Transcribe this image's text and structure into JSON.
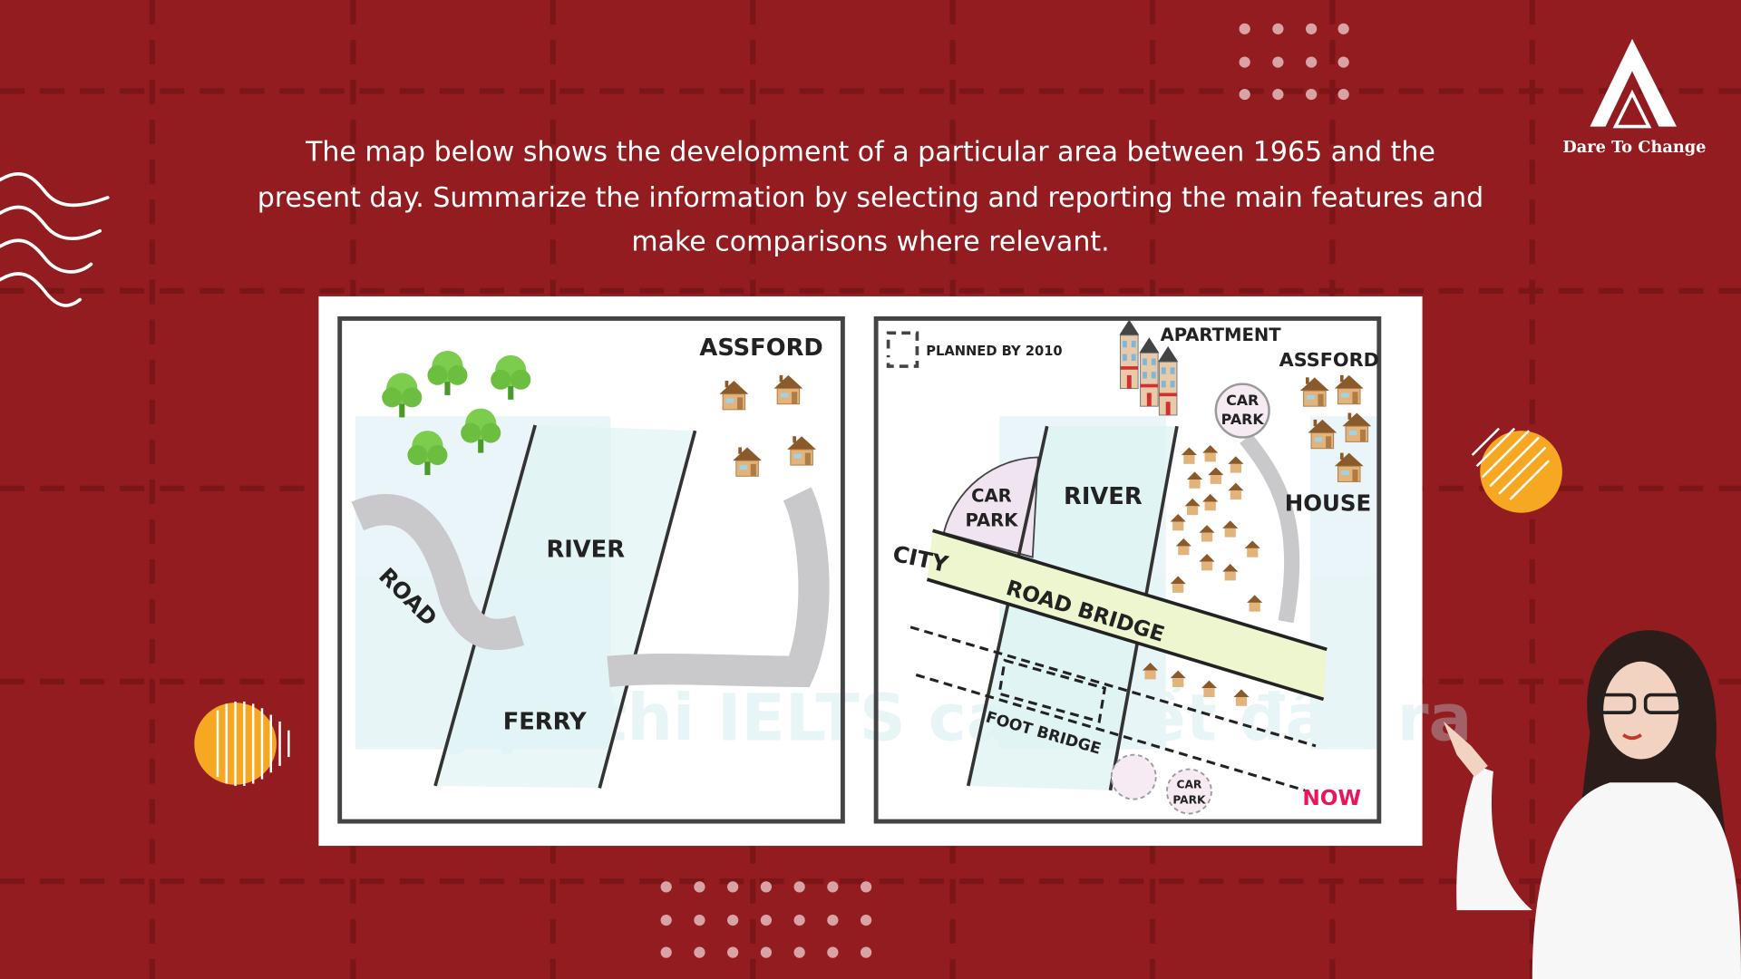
{
  "prompt": {
    "lines": [
      "The map below shows the development of a particular area between 1965 and the",
      "present day. Summarize the information by selecting and reporting the main features and",
      "make comparisons where relevant."
    ]
  },
  "brand": {
    "logo_text": "Dare To Change"
  },
  "map_1965": {
    "town": "ASSFORD",
    "river": "RIVER",
    "road": "ROAD",
    "ferry": "FERRY"
  },
  "map_now": {
    "legend": "PLANNED BY 2010",
    "apartment": "APARTMENT",
    "town": "ASSFORD",
    "car_park_top": [
      "CAR",
      "PARK"
    ],
    "car_park_left": [
      "CAR",
      "PARK"
    ],
    "car_park_bottom": [
      "CAR",
      "PARK"
    ],
    "river": "RIVER",
    "house": "HOUSE",
    "city": "CITY",
    "road_bridge": "ROAD BRIDGE",
    "foot_bridge": "FOOT BRIDGE",
    "now": "NOW"
  },
  "watermark": "Luyện thi IELTS cam kết đầu ra",
  "colors": {
    "background": "#921c1f",
    "accent_orange": "#f7a823",
    "now_label": "#e8175d",
    "river": "#dff4f3",
    "road": "#c9c9cb",
    "road_bridge": "#eef6cf",
    "car_park": "#f0e4f1",
    "tree": "#7ccd4e",
    "house": "#e2b47c"
  }
}
